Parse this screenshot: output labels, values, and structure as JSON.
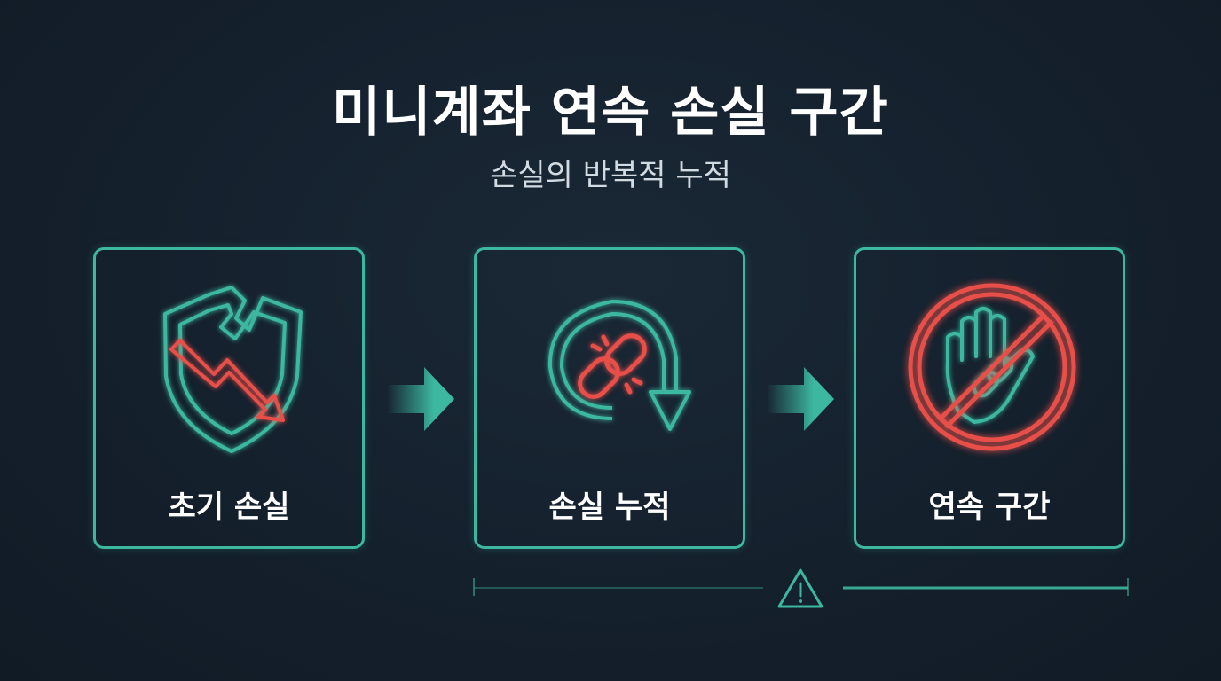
{
  "header": {
    "title": "미니계좌 연속 손실 구간",
    "subtitle": "손실의 반복적 누적"
  },
  "steps": [
    {
      "label": "초기 손실",
      "icon": "broken-shield-down-arrow-icon"
    },
    {
      "label": "손실 누적",
      "icon": "broken-chain-loop-arrow-icon"
    },
    {
      "label": "연속 구간",
      "icon": "prohibited-hand-chain-icon"
    }
  ],
  "colors": {
    "background": "#15212e",
    "accent_teal": "#3cb8a0",
    "alert_red": "#e8504a",
    "text": "#ffffff"
  }
}
